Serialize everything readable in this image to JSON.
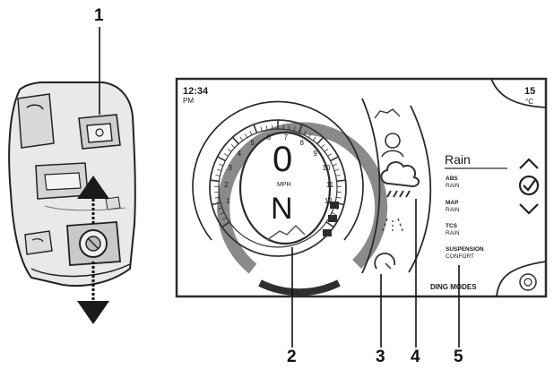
{
  "callouts": {
    "c1": "1",
    "c2": "2",
    "c3": "3",
    "c4": "4",
    "c5": "5"
  },
  "display": {
    "time": "12:34",
    "ampm": "PM",
    "temperature": "15",
    "temperature_unit": "°C",
    "speed": "0",
    "speed_unit": "MPH",
    "gear": "N",
    "mode_title": "Rain",
    "settings": [
      {
        "name": "ABS",
        "value": "RAIN"
      },
      {
        "name": "MAP",
        "value": "RAIN"
      },
      {
        "name": "TCS",
        "value": "RAIN"
      },
      {
        "name": "SUSPENSION",
        "value": "CONFORT"
      }
    ],
    "footer_label": "DING MODES",
    "tach_numbers": [
      "1",
      "2",
      "3",
      "4",
      "5",
      "6",
      "7",
      "8",
      "9",
      "10",
      "11",
      "12"
    ]
  },
  "colors": {
    "frame": "#2b2b2b",
    "tach_band": "#7f7f7f",
    "redline": "#3a3a3a",
    "arrow": "#1a1a1a"
  },
  "icons": [
    "menu-button-icon",
    "joystick-icon",
    "up-arrow-icon",
    "down-arrow-icon",
    "cruise-icon",
    "rider-icon",
    "rain-cloud-icon",
    "rain-lines-icon",
    "tc-dial-icon",
    "chevron-up-icon",
    "check-circle-icon",
    "chevron-down-icon",
    "home-button-icon"
  ]
}
